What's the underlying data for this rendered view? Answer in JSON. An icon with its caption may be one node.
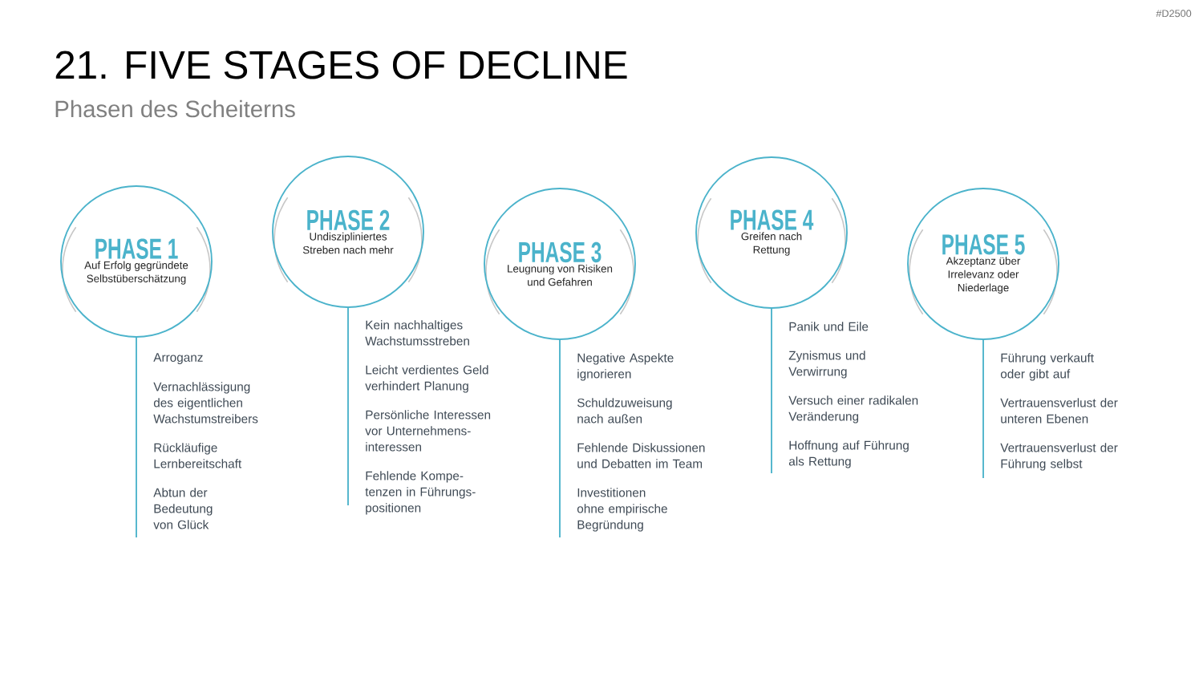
{
  "diagram": {
    "title": "21. FIVE STAGES OF DECLINE",
    "caption": "Phasen des Scheiterns",
    "nodes": [
      {
        "text": [
          "PHASE 1",
          "Auf Erfolg gegründete Selbstüberschätzung"
        ],
        "beside": [
          "Arroganz",
          "Vernachlässigung des eigentlichen Wachstumstreibers",
          "Rückläufige Lernbereitschaft",
          "Abtun der Bedeutung von Glück"
        ]
      },
      {
        "text": [
          "PHASE 2",
          "Undiszipliniertes Streben nach mehr"
        ],
        "beside": [
          "Kein nachhaltiges Wachstumsstreben",
          "Leicht verdientes Geld verhindert Planung",
          "Persönliche Interessen vor Unternehmens- interessen",
          "Fehlende Kompe- tenzen in Führungs- positionen"
        ]
      },
      {
        "text": [
          "PHASE 3",
          "Leugnung von Risiken und Gefahren"
        ],
        "beside": [
          "Negative Aspekte ignorieren",
          "Schuldzuweisung nach außen",
          "Fehlende Diskussionen und Debatten im Team",
          "Investitionen ohne empirische Begründung"
        ]
      },
      {
        "text": [
          "PHASE 4",
          "Greifen nach Rettung"
        ],
        "beside": [
          "Panik und Eile",
          "Zynismus und Verwirrung",
          "Versuch einer radikalen Veränderung",
          "Hoffnung auf Führung als Rettung"
        ]
      },
      {
        "text": [
          "PHASE 5",
          "Akzeptanz über Irrelevanz oder Niederlage"
        ],
        "beside": [
          "Führung verkauft oder gibt auf",
          "Vertrauensverlust der unteren Ebenen",
          "Vertrauensverlust der Führung selbst"
        ]
      }
    ],
    "labels": [
      "#D2500"
    ]
  }
}
